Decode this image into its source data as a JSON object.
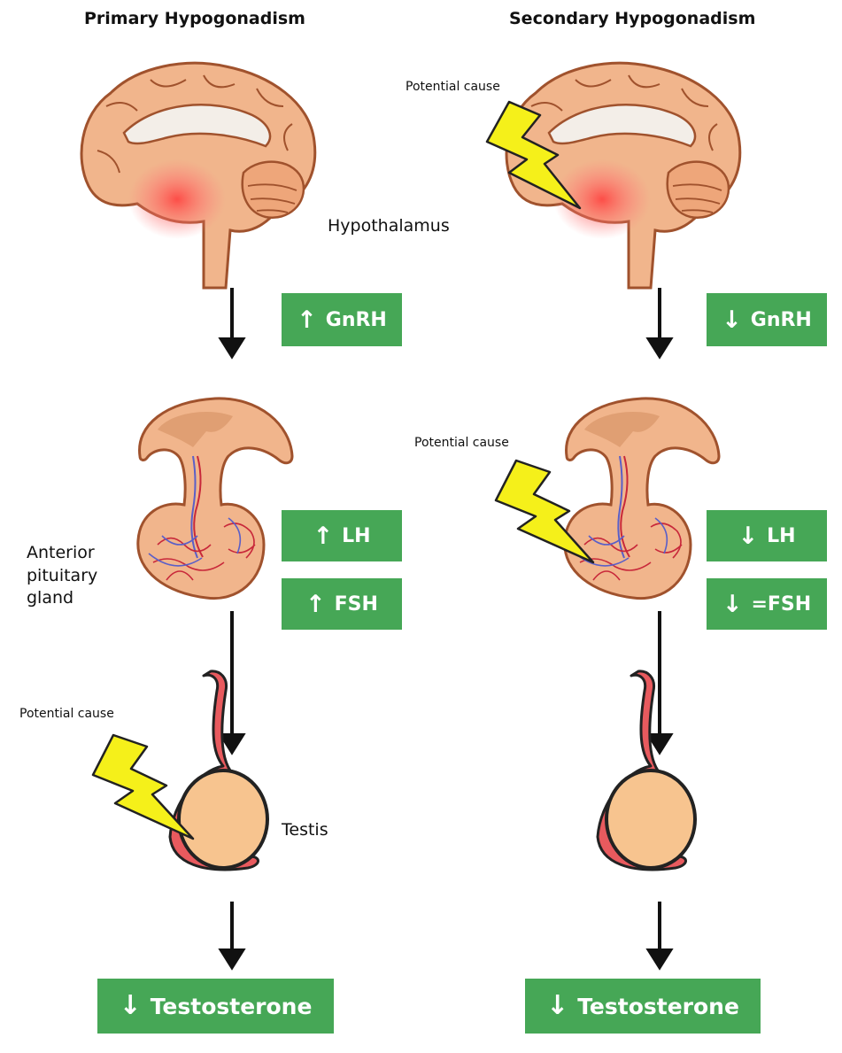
{
  "columns": {
    "primary": {
      "title": "Primary Hypogonadism",
      "badges": {
        "gnrh": {
          "arrow": "↑",
          "text": "GnRH"
        },
        "lh": {
          "arrow": "↑",
          "text": "LH"
        },
        "fsh": {
          "arrow": "↑",
          "text": "FSH"
        },
        "testosterone": {
          "arrow": "↓",
          "text": "Testosterone"
        }
      },
      "potential_cause": "Potential cause"
    },
    "secondary": {
      "title": "Secondary Hypogonadism",
      "badges": {
        "gnrh": {
          "arrow": "↓",
          "text": "GnRH"
        },
        "lh": {
          "arrow": "↓",
          "text": "LH"
        },
        "fsh": {
          "arrow": "↓",
          "text": "=FSH"
        },
        "testosterone": {
          "arrow": "↓",
          "text": "Testosterone"
        }
      },
      "potential_cause_hypothalamus": "Potential cause",
      "potential_cause_pituitary": "Potential cause"
    }
  },
  "labels": {
    "hypothalamus": "Hypothalamus",
    "anterior_pituitary": [
      "Anterior",
      "pituitary",
      "gland"
    ],
    "testis": "Testis"
  },
  "colors": {
    "badge_green": "#46a756",
    "lightning_yellow": "#f5f01a",
    "tissue": "#f1b58c",
    "tissue_outline": "#a0522d",
    "testis_fill": "#f7c48f",
    "duct_red": "#e85a5e"
  }
}
